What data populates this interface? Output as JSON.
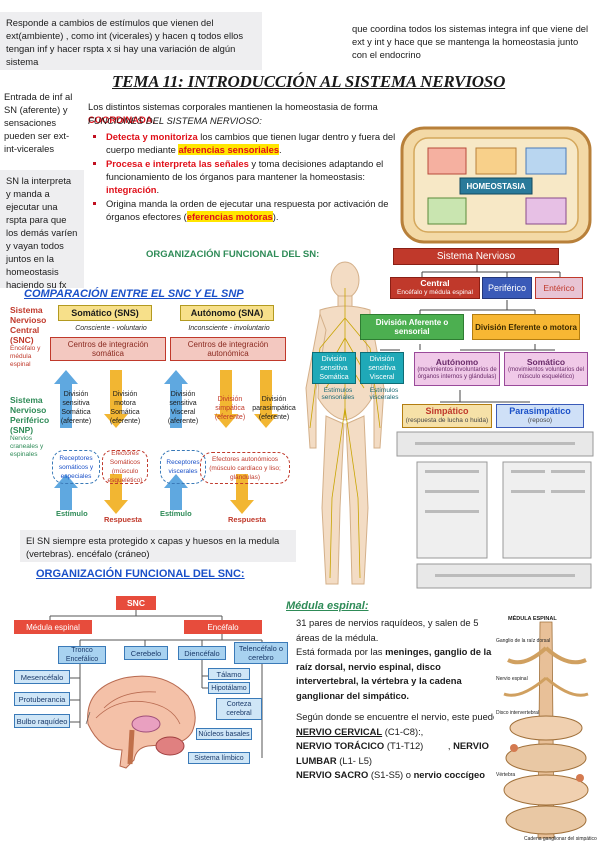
{
  "notes": {
    "top_left": "Responde a cambios de estímulos que vienen del ext(ambiente) , como int (vicerales) y hacen q todos ellos tengan inf y hacer rspta x si hay una variación de algún sistema",
    "top_right": "que coordina todos los sistemas integra inf que viene del ext y int y hace que se mantenga la homeostasia junto con el endocrino",
    "left_1": "Entrada de inf al SN (aferente) y sensaciones pueden ser ext-int-vicerales",
    "left_2": "SN la interpreta y manda a ejecutar una rspta para que los demás varíen y vayan todos juntos en la homeostasis haciendo su fx"
  },
  "title": "TEMA 11: INTRODUCCIÓN AL SISTEMA NERVIOSO",
  "intro": {
    "text": "Los distintos sistemas corporales mantienen la homeostasia de forma ",
    "highlight": "COORDINADA.",
    "subtitle": "FUNCIONES DEL SISTEMA NERVIOSO:"
  },
  "functions": [
    {
      "lead": "Detecta y monitoriza",
      "text": " los cambios que tienen lugar dentro y fuera del cuerpo mediante ",
      "mark": "aferencias sensoriales",
      "tail": "."
    },
    {
      "lead": "Procesa e interpreta las señales",
      "text": " y toma decisiones adaptando el funcionamiento de los órganos para mantener la homeostasis: ",
      "mark": "integración",
      "tail": "."
    },
    {
      "lead": "",
      "text": "Origina manda la orden de ejecutar una respuesta por activación de órganos efectores (",
      "mark": "eferencias motoras",
      "tail": ")."
    }
  ],
  "homeostasis_label": "HOMEOSTASIA",
  "org_heading": "ORGANIZACIÓN FUNCIONAL DEL SN:",
  "sn_tree": {
    "root": "Sistema Nervioso",
    "central": "Central",
    "central_sub": "Encéfalo y médula espinal",
    "periferico": "Periférico",
    "enterico": "Entérico",
    "aferente": "División Aferente o sensorial",
    "eferente": "División Eferente o motora",
    "div_somatica": "División sensitiva Somática",
    "div_visceral": "División sensitiva Visceral",
    "autonomo": "Autónomo",
    "autonomo_desc": "(movimientos involuntarios de órganos internos y glándulas)",
    "somatico": "Somático",
    "somatico_desc": "(movimientos voluntarios del músculo esquelético)",
    "estimulos_sens": "Estímulos sensoriales",
    "estimulos_visc": "Estímulos viscerales",
    "simpatico": "Simpático",
    "simpatico_desc": "(respuesta de lucha o huida)",
    "parasimpatico": "Parasimpático",
    "parasimpatico_desc": "(reposo)"
  },
  "comparison_heading": "COMPARACIÓN ENTRE EL SNC Y EL SNP",
  "snc_label": "Sistema Nervioso Central (SNC)",
  "snc_sub": "Encéfalo y médula espinal",
  "snp_label": "Sistema Nervioso Periférico (SNP)",
  "snp_sub": "Nervios craneales y espinales",
  "comparison": {
    "somatico": "Somático (SNS)",
    "autonomo": "Autónomo (SNA)",
    "consciente": "Consciente - voluntario",
    "inconsciente": "Inconsciente - involuntario",
    "centros_som": "Centros de integración somática",
    "centros_aut": "Centros de integración autonómica",
    "div_sens_som": "División sensitiva Somática (aferente)",
    "div_mot_som": "División motora Somática (eferente)",
    "div_sens_visc": "División sensitiva Visceral (aferente)",
    "div_simp": "División simpática (eferente)",
    "div_para": "División parasimpática (eferente)",
    "rec_som": "Receptores somáticos y especiales",
    "efec_som": "Efectores Somáticos (músculo esquelético)",
    "rec_visc": "Receptores viscerales",
    "efec_aut": "Efectores autonómicos (músculo cardíaco y liso; glándulas)",
    "estimulo": "Estímulo",
    "respuesta": "Respuesta"
  },
  "sn_protected": "El SN siempre esta protegido x capas y huesos en la medula (vertebras). encéfalo (cráneo)",
  "snc_heading": "ORGANIZACIÓN FUNCIONAL DEL SNC:",
  "snc_tree": {
    "root": "SNC",
    "medula": "Médula espinal",
    "encefalo": "Encéfalo",
    "tronco": "Tronco Encefálico",
    "cerebelo": "Cerebelo",
    "diencefalo": "Diencéfalo",
    "telencefalo": "Telencéfalo o cerebro",
    "mesencefalo": "Mesencéfalo",
    "protuberancia": "Protuberancia",
    "bulbo": "Bulbo raquídeo",
    "talamo": "Tálamo",
    "hipotalamo": "Hipotálamo",
    "corteza": "Corteza cerebral",
    "nucleos": "Núcleos basales",
    "limbico": "Sistema límbico"
  },
  "medula": {
    "heading": "Médula espinal:",
    "p1": "31 pares de nervios raquídeos, y salen de 5 áreas de la médula.",
    "p2_pre": "Está formada por las ",
    "p2_bold": "meninges, ganglio de la raíz dorsal, nervio espinal, disco intervertebral, la vértebra y la cadena ganglionar del simpático.",
    "p3": "Según donde se encuentre el nervio, este puede ser",
    "cervical": "NERVIO CERVICAL",
    "cervical_r": " (C1-C8):,",
    "toracico": "NERVIO TORÁCICO",
    "toracico_r": " (T1-T12)",
    "lumbar": "NERVIO LUMBAR",
    "lumbar_r": " (L1- L5)",
    "sacro": "NERVIO SACRO",
    "sacro_r": " (S1-S5) o ",
    "coccigeo": "nervio coccígeo"
  },
  "spine_labels": {
    "medula": "MÉDULA ESPINAL",
    "ganglio": "Ganglio de la raíz dorsal",
    "nervio": "Nervio espinal",
    "disco": "Disco intervertebral",
    "vertebra": "Vértebra",
    "cadena": "Cadena ganglionar del simpático"
  }
}
